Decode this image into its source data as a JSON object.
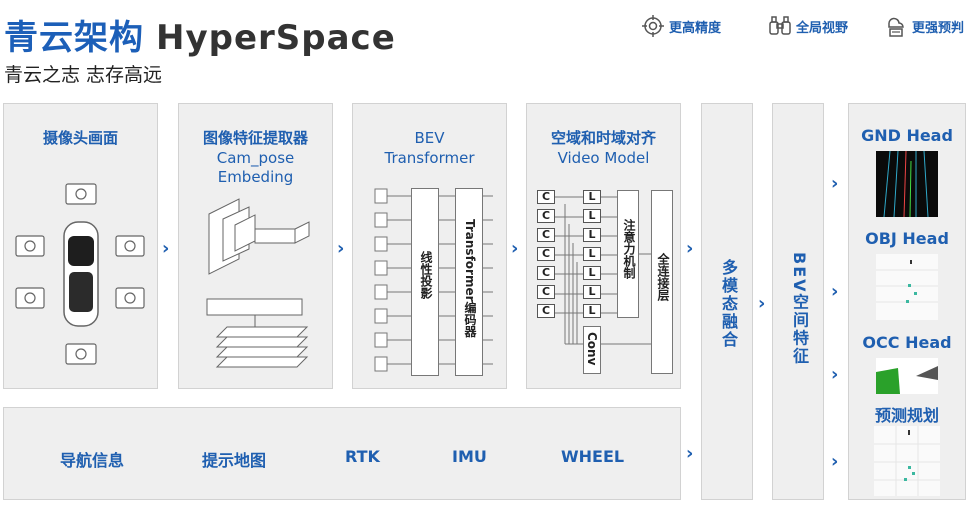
{
  "header": {
    "title_cn": "青云架构",
    "title_en": "HyperSpace",
    "subtitle": "青云之志 志存高远",
    "features": [
      {
        "label": "更高精度",
        "icon": "target-icon"
      },
      {
        "label": "全局视野",
        "icon": "binoculars-icon"
      },
      {
        "label": "更强预判",
        "icon": "forecast-icon"
      }
    ]
  },
  "pipeline": {
    "camera": {
      "title": "摄像头画面"
    },
    "extractor": {
      "title_line1": "图像特征提取器",
      "title_line2": "Cam_pose",
      "title_line3": "Embeding"
    },
    "bev": {
      "title_line1": "BEV",
      "title_line2": "Transformer",
      "projection_label": "线性投影",
      "encoder_label": "Transformer编码器"
    },
    "temporal": {
      "title_line1": "空域和时域对齐",
      "title_line2": "Video Model",
      "c_label": "C",
      "l_label": "L",
      "attention_label": "注意力机制",
      "fc_label": "全连接层",
      "conv_label": "Conv"
    },
    "fusion": {
      "label": "多模态融合"
    },
    "bev_feature": {
      "label": "BEV空间特征"
    },
    "arrow_glyph": "›"
  },
  "inputs": {
    "items": [
      "导航信息",
      "提示地图",
      "RTK",
      "IMU",
      "WHEEL"
    ]
  },
  "heads": [
    {
      "title": "GND Head"
    },
    {
      "title": "OBJ Head"
    },
    {
      "title": "OCC Head"
    },
    {
      "title": "预测规划"
    }
  ],
  "colors": {
    "accent": "#1f5fb0",
    "panel_bg": "#efefef"
  }
}
